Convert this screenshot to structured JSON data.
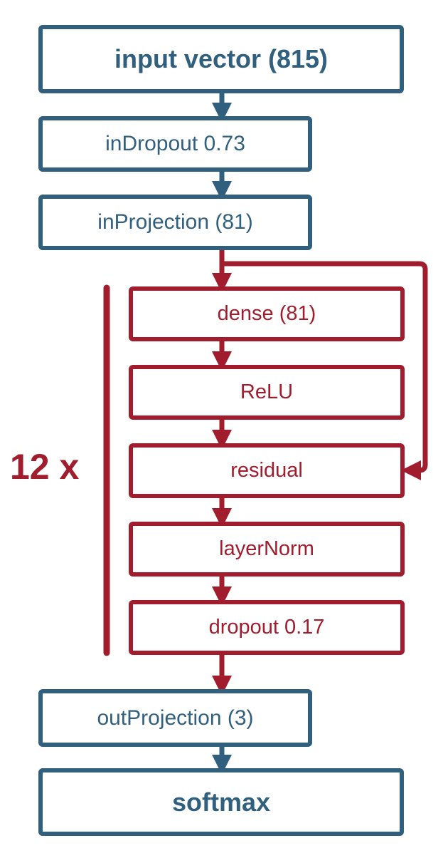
{
  "colors": {
    "outer": "#31607f",
    "block": "#a11d2e",
    "background": "#ffffff"
  },
  "nodes": {
    "input": "input vector (815)",
    "in_dropout": "inDropout 0.73",
    "in_projection": "inProjection (81)",
    "dense": "dense (81)",
    "relu": "ReLU",
    "residual": "residual",
    "layer_norm": "layerNorm",
    "dropout": "dropout 0.17",
    "out_projection": "outProjection (3)",
    "softmax": "softmax"
  },
  "repeat_label": "12 x"
}
